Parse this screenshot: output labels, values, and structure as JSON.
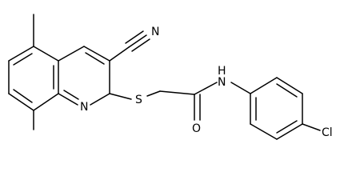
{
  "molecule": {
    "atom_labels": {
      "nitrile_n": "N",
      "ring_n": "N",
      "sulfur": "S",
      "amide_nh": "H",
      "amide_n": "N",
      "carbonyl_o": "O",
      "chloro": "Cl"
    },
    "colors": {
      "bond": "#000000",
      "background": "#ffffff"
    }
  }
}
